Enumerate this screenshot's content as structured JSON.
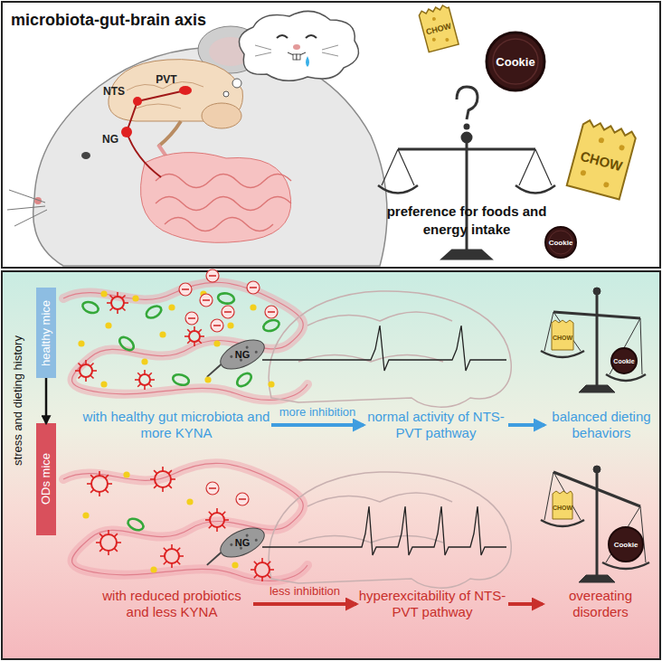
{
  "diagram": {
    "nodes": [
      {
        "text": [
          "healthy mice"
        ]
      },
      {
        "text": [
          "ODs mice"
        ]
      },
      {
        "text": [
          "with healthy gut microbiota and more KYNA"
        ]
      },
      {
        "text": [
          "normal activity of NTS-PVT pathway"
        ]
      },
      {
        "text": [
          "balanced dieting behaviors"
        ]
      },
      {
        "text": [
          "with reduced probiotics and less KYNA"
        ]
      },
      {
        "text": [
          "hyperexcitability of NTS-PVT pathway"
        ]
      },
      {
        "text": [
          "overeating disorders"
        ]
      }
    ],
    "edges": [
      {
        "from": 0,
        "to": 1,
        "label": "stress and dieting history",
        "arrow": "to"
      },
      {
        "from": 2,
        "to": 3,
        "label": "more inhibition",
        "arrow": "to"
      },
      {
        "from": 3,
        "to": 4,
        "arrow": "to"
      },
      {
        "from": 5,
        "to": 6,
        "label": "less inhibition",
        "arrow": "to"
      },
      {
        "from": 6,
        "to": 7,
        "arrow": "to"
      }
    ],
    "labels": [
      "microbiota-gut-brain axis",
      "NTS",
      "PVT",
      "NG",
      "CHOW",
      "Cookie",
      "CHOW",
      "Cookie",
      "preference for foods and energy intake",
      "NG",
      "NG",
      "CHOW",
      "Cookie",
      "CHOW",
      "Cookie"
    ]
  }
}
